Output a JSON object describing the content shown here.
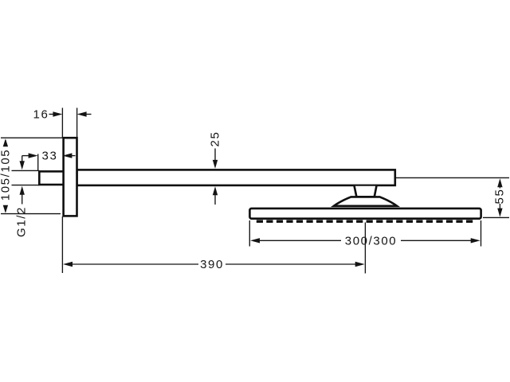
{
  "drawing_title": "overhead-shower-with-arm-dimension-drawing",
  "dimensions": {
    "wall_plate_thickness": "16",
    "stub_length": "33",
    "wall_plate_height": "105/105",
    "connection_thread": "G1/2",
    "arm_thickness": "25",
    "head_height": "55",
    "head_size": "300/300",
    "arm_projection": "390"
  },
  "colors": {
    "line": "#141414",
    "background": "#ffffff"
  }
}
